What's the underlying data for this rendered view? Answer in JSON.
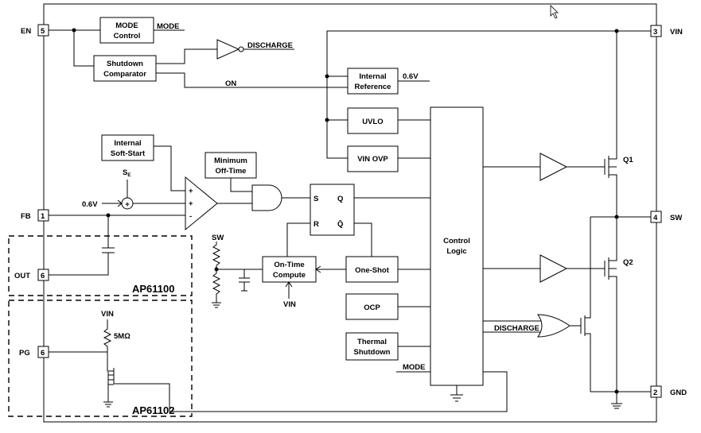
{
  "pins": {
    "en": {
      "name": "EN",
      "num": "5"
    },
    "fb": {
      "name": "FB",
      "num": "1"
    },
    "out": {
      "name": "OUT",
      "num": "6"
    },
    "pg": {
      "name": "PG",
      "num": "6"
    },
    "vin": {
      "name": "VIN",
      "num": "3"
    },
    "sw": {
      "name": "SW",
      "num": "4"
    },
    "gnd": {
      "name": "GND",
      "num": "2"
    }
  },
  "blocks": {
    "mode_control": [
      "MODE",
      "Control"
    ],
    "shutdown_comparator": [
      "Shutdown",
      "Comparator"
    ],
    "internal_reference": [
      "Internal",
      "Reference"
    ],
    "uvlo": "UVLO",
    "vin_ovp": "VIN OVP",
    "internal_soft_start": [
      "Internal",
      "Soft-Start"
    ],
    "minimum_off_time": [
      "Minimum",
      "Off-Time"
    ],
    "on_time_compute": [
      "On-Time",
      "Compute"
    ],
    "one_shot": "One-Shot",
    "ocp": "OCP",
    "thermal_shutdown": [
      "Thermal",
      "Shutdown"
    ],
    "control_logic": [
      "Control",
      "Logic"
    ]
  },
  "signals": {
    "mode": "MODE",
    "discharge": "DISCHARGE",
    "on": "ON",
    "ref_06v": "0.6V",
    "fb_06v": "0.6V",
    "se": "S",
    "se_sub": "E",
    "sw": "SW",
    "vin_bottom": "VIN",
    "vin_pg": "VIN",
    "res_5m": "5MΩ",
    "q1": "Q1",
    "q2": "Q2",
    "mode_bottom": "MODE",
    "discharge_bottom": "DISCHARGE",
    "latch_s": "S",
    "latch_r": "R",
    "latch_q": "Q",
    "latch_qbar": "Q̄",
    "plus1": "+",
    "plus2": "+",
    "minus": "-",
    "sum_plus": "+"
  },
  "variants": {
    "ap61100": "AP61100",
    "ap61102": "AP61102"
  }
}
